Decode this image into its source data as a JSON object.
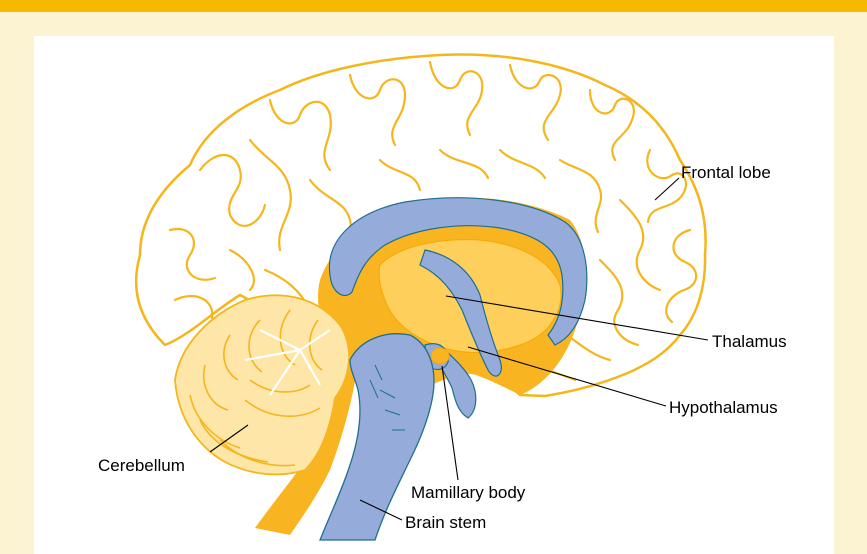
{
  "labels": {
    "frontal_lobe": "Frontal lobe",
    "thalamus": "Thalamus",
    "hypothalamus": "Hypothalamus",
    "cerebellum": "Cerebellum",
    "mamillary_body": "Mamillary body",
    "brain_stem": "Brain stem"
  },
  "colors": {
    "frame_border": "#f6b800",
    "frame_background": "#fbf3d2",
    "panel": "#ffffff",
    "gyri_outline": "#f5b61c",
    "white_matter": "#f9b521",
    "ventricle_blue": "#95acdb",
    "thalamus_fill": "#ffcf5c",
    "cerebellum_fill": "#fde6a8"
  }
}
